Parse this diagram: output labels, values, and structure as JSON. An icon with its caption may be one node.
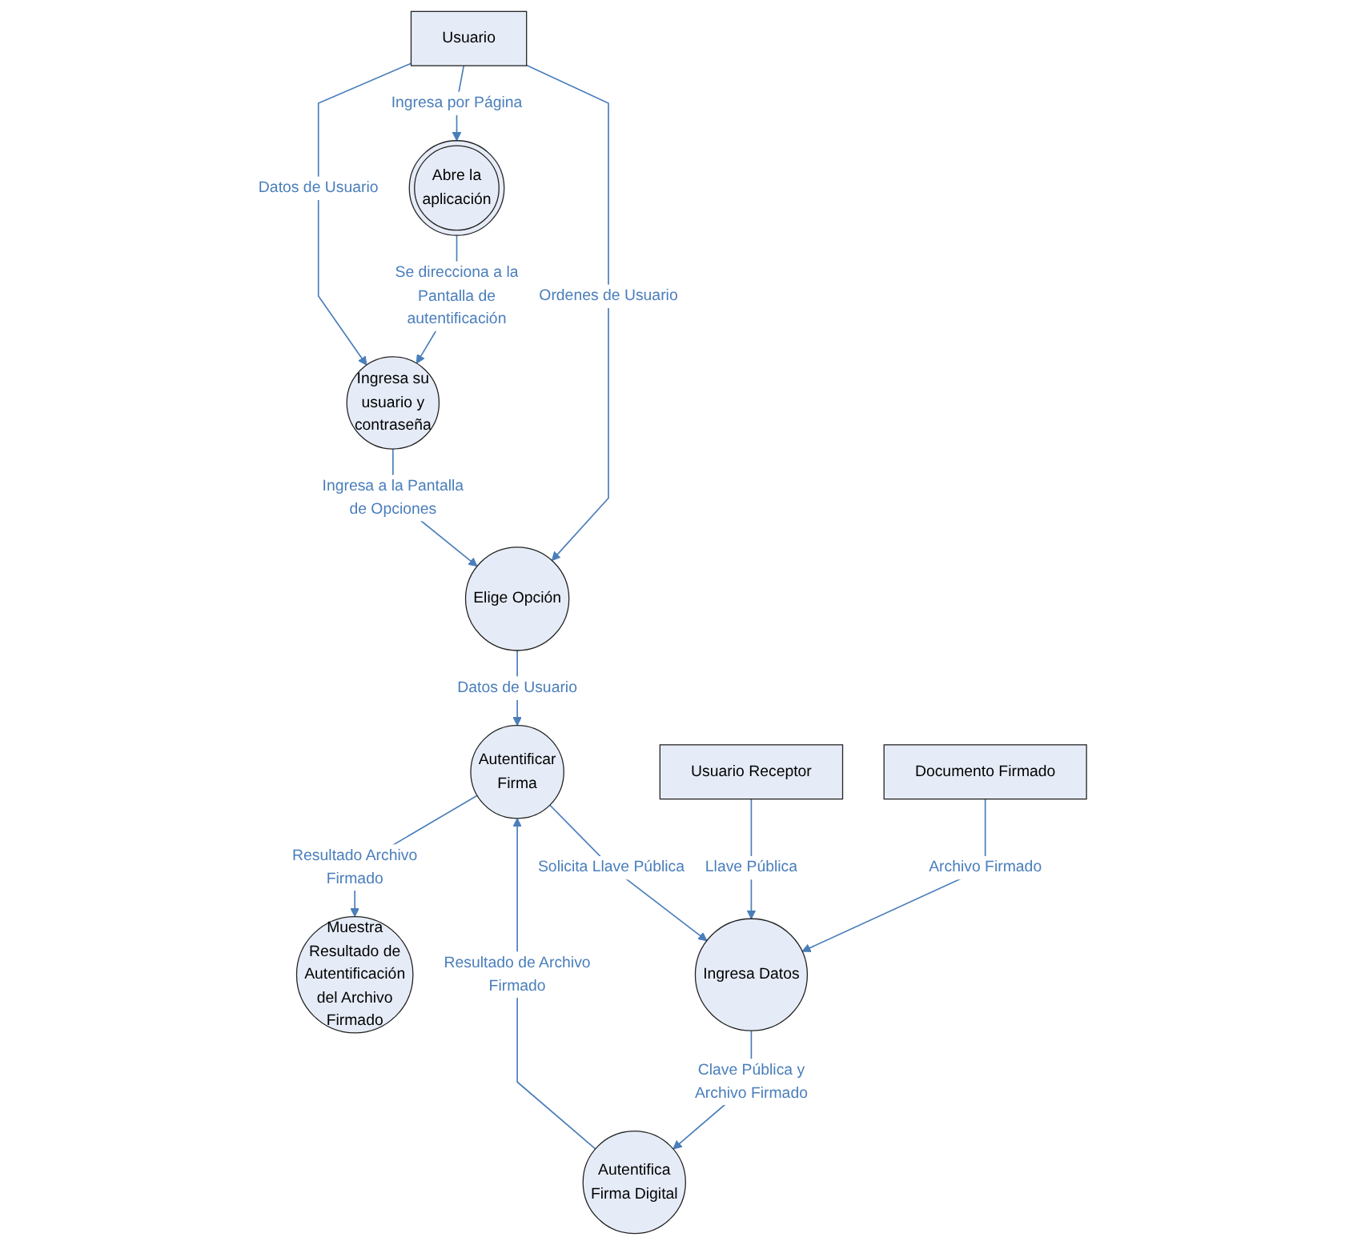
{
  "diagram": {
    "nodes": [
      {
        "text": [
          "Usuario"
        ]
      },
      {
        "text": [
          "Abre la aplicación"
        ]
      },
      {
        "text": [
          "Muestra Resultado de Autentificación del Archivo Firmado"
        ]
      },
      {
        "text": [
          "Ingresa su usuario y contraseña"
        ]
      },
      {
        "text": [
          "Documento Firmado"
        ]
      },
      {
        "text": [
          "Usuario Receptor"
        ]
      },
      {
        "text": [
          "Autentificar Firma"
        ]
      },
      {
        "text": [
          "Elige Opción"
        ]
      },
      {
        "text": [
          "Ingresa Datos"
        ]
      },
      {
        "text": [
          "Autentifica Firma Digital"
        ]
      }
    ],
    "edges": [
      {
        "from": 0,
        "to": 1,
        "arrow": "to",
        "label": "Ingresa por Página"
      },
      {
        "from": 1,
        "to": 3,
        "arrow": "to",
        "label": "Se direcciona a la Pantalla de autentificación"
      },
      {
        "from": 0,
        "to": 3,
        "arrow": "to",
        "label": "Datos de Usuario"
      },
      {
        "from": 0,
        "to": 7,
        "arrow": "to",
        "label": "Ordenes de Usuario"
      },
      {
        "from": 3,
        "to": 7,
        "arrow": "to",
        "label": "Ingresa a la Pantalla de Opciones"
      },
      {
        "from": 7,
        "to": 6,
        "arrow": "to",
        "label": "Datos de Usuario"
      },
      {
        "from": 6,
        "to": 2,
        "arrow": "to",
        "label": "Resultado Archivo Firmado"
      },
      {
        "from": 4,
        "to": 8,
        "arrow": "to",
        "label": "Archivo Firmado"
      },
      {
        "from": 5,
        "to": 8,
        "arrow": "to",
        "label": "Llave Pública"
      },
      {
        "from": 6,
        "to": 8,
        "arrow": "to",
        "label": "Solicita Llave Pública"
      },
      {
        "from": 8,
        "to": 9,
        "arrow": "to",
        "label": "Clave Pública y Archivo Firmado"
      },
      {
        "from": 9,
        "to": 6,
        "arrow": "to",
        "label": "Resultado de Archivo Firmado"
      }
    ]
  }
}
